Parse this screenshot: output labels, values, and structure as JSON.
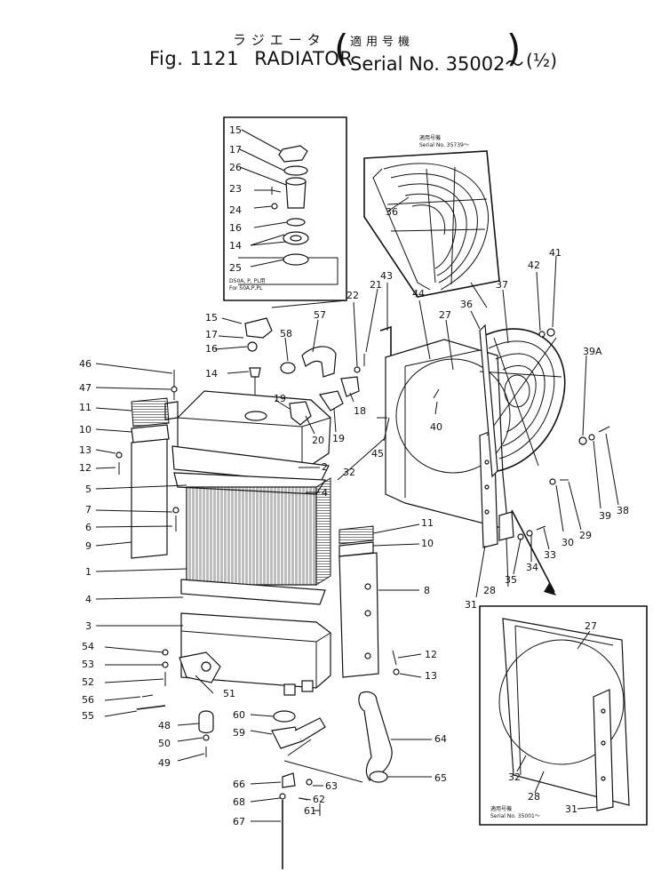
{
  "title": {
    "japanese": "ラジエータ",
    "figure_number": "Fig. 1121",
    "name": "RADIATOR",
    "serial_japanese": "適用号機",
    "serial": "Serial No. 35002～",
    "sheet": "(½)"
  },
  "insets": {
    "cap_variant_note_line1": "D50A, P, PL用",
    "cap_variant_note_line2": "For 50A,P,PL",
    "guard_serial_note_jp": "適用号機",
    "guard_serial_note": "Serial No. 35739～",
    "shroud_serial_note_jp": "適用号機",
    "shroud_serial_note": "Serial No. 35001～"
  },
  "callouts": {
    "c15a": "15",
    "c17a": "17",
    "c26": "26",
    "c23": "23",
    "c24": "24",
    "c16a": "16",
    "c14a": "14",
    "c25": "25",
    "c36a": "36",
    "c15": "15",
    "c17": "17",
    "c16": "16",
    "c14": "14",
    "c58": "58",
    "c57": "57",
    "c22": "22",
    "c21": "21",
    "c43": "43",
    "c44": "44",
    "c27": "27",
    "c36": "36",
    "c37": "37",
    "c42": "42",
    "c41": "41",
    "c39a": "39A",
    "c46": "46",
    "c47": "47",
    "c11": "11",
    "c10": "10",
    "c13": "13",
    "c12": "12",
    "c19a": "19",
    "c20": "20",
    "c19b": "19",
    "c18": "18",
    "c45": "45",
    "c40": "40",
    "c2": "2",
    "c32": "32",
    "c5": "5",
    "c4a": "4",
    "c7": "7",
    "c6": "6",
    "c9": "9",
    "c1": "1",
    "c4b": "4",
    "c3": "3",
    "c11b": "11",
    "c10b": "10",
    "c8": "8",
    "c12b": "12",
    "c13b": "13",
    "c38": "38",
    "c39": "39",
    "c29": "29",
    "c30": "30",
    "c33": "33",
    "c34": "34",
    "c35": "35",
    "c28": "28",
    "c31": "31",
    "c27b": "27",
    "c32b": "32",
    "c28b": "28",
    "c31b": "31",
    "c54": "54",
    "c53": "53",
    "c52": "52",
    "c56": "56",
    "c55": "55",
    "c51": "51",
    "c48": "48",
    "c50": "50",
    "c49": "49",
    "c60": "60",
    "c59": "59",
    "c64": "64",
    "c65": "65",
    "c66": "66",
    "c63": "63",
    "c68": "68",
    "c62": "62",
    "c61": "61",
    "c67": "67"
  }
}
